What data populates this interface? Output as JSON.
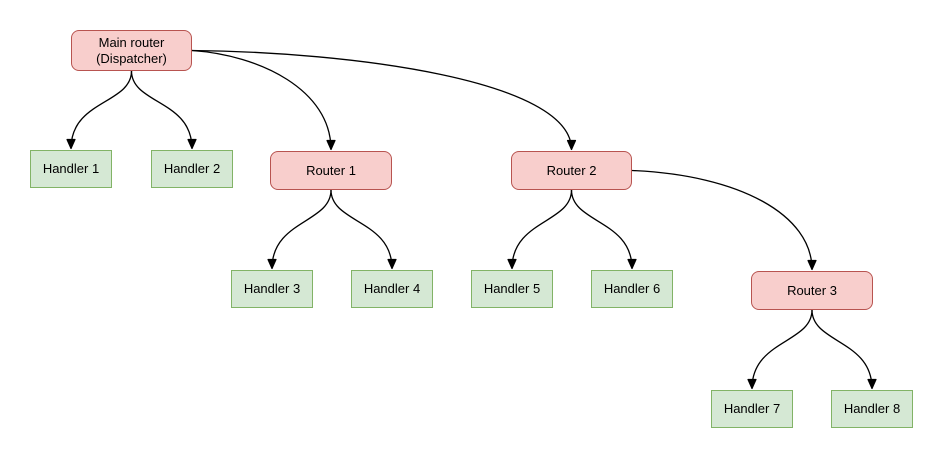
{
  "diagram": {
    "type": "tree-flowchart",
    "colors": {
      "canvas_bg": "#ffffff",
      "router_fill": "#f8cecc",
      "router_stroke": "#b85450",
      "handler_fill": "#d5e8d4",
      "handler_stroke": "#82b366",
      "edge_color": "#000000",
      "label_color": "#000000"
    },
    "nodes": {
      "main": {
        "label": "Main router\n(Dispatcher)",
        "type": "router"
      },
      "router1": {
        "label": "Router 1",
        "type": "router"
      },
      "router2": {
        "label": "Router 2",
        "type": "router"
      },
      "router3": {
        "label": "Router 3",
        "type": "router"
      },
      "handler1": {
        "label": "Handler 1",
        "type": "handler"
      },
      "handler2": {
        "label": "Handler 2",
        "type": "handler"
      },
      "handler3": {
        "label": "Handler 3",
        "type": "handler"
      },
      "handler4": {
        "label": "Handler 4",
        "type": "handler"
      },
      "handler5": {
        "label": "Handler 5",
        "type": "handler"
      },
      "handler6": {
        "label": "Handler 6",
        "type": "handler"
      },
      "handler7": {
        "label": "Handler 7",
        "type": "handler"
      },
      "handler8": {
        "label": "Handler 8",
        "type": "handler"
      }
    },
    "edges": [
      {
        "from": "Main router (Dispatcher)",
        "to": "Handler 1"
      },
      {
        "from": "Main router (Dispatcher)",
        "to": "Handler 2"
      },
      {
        "from": "Main router (Dispatcher)",
        "to": "Router 1"
      },
      {
        "from": "Main router (Dispatcher)",
        "to": "Router 2"
      },
      {
        "from": "Router 1",
        "to": "Handler 3"
      },
      {
        "from": "Router 1",
        "to": "Handler 4"
      },
      {
        "from": "Router 2",
        "to": "Handler 5"
      },
      {
        "from": "Router 2",
        "to": "Handler 6"
      },
      {
        "from": "Router 2",
        "to": "Router 3"
      },
      {
        "from": "Router 3",
        "to": "Handler 7"
      },
      {
        "from": "Router 3",
        "to": "Handler 8"
      }
    ]
  }
}
